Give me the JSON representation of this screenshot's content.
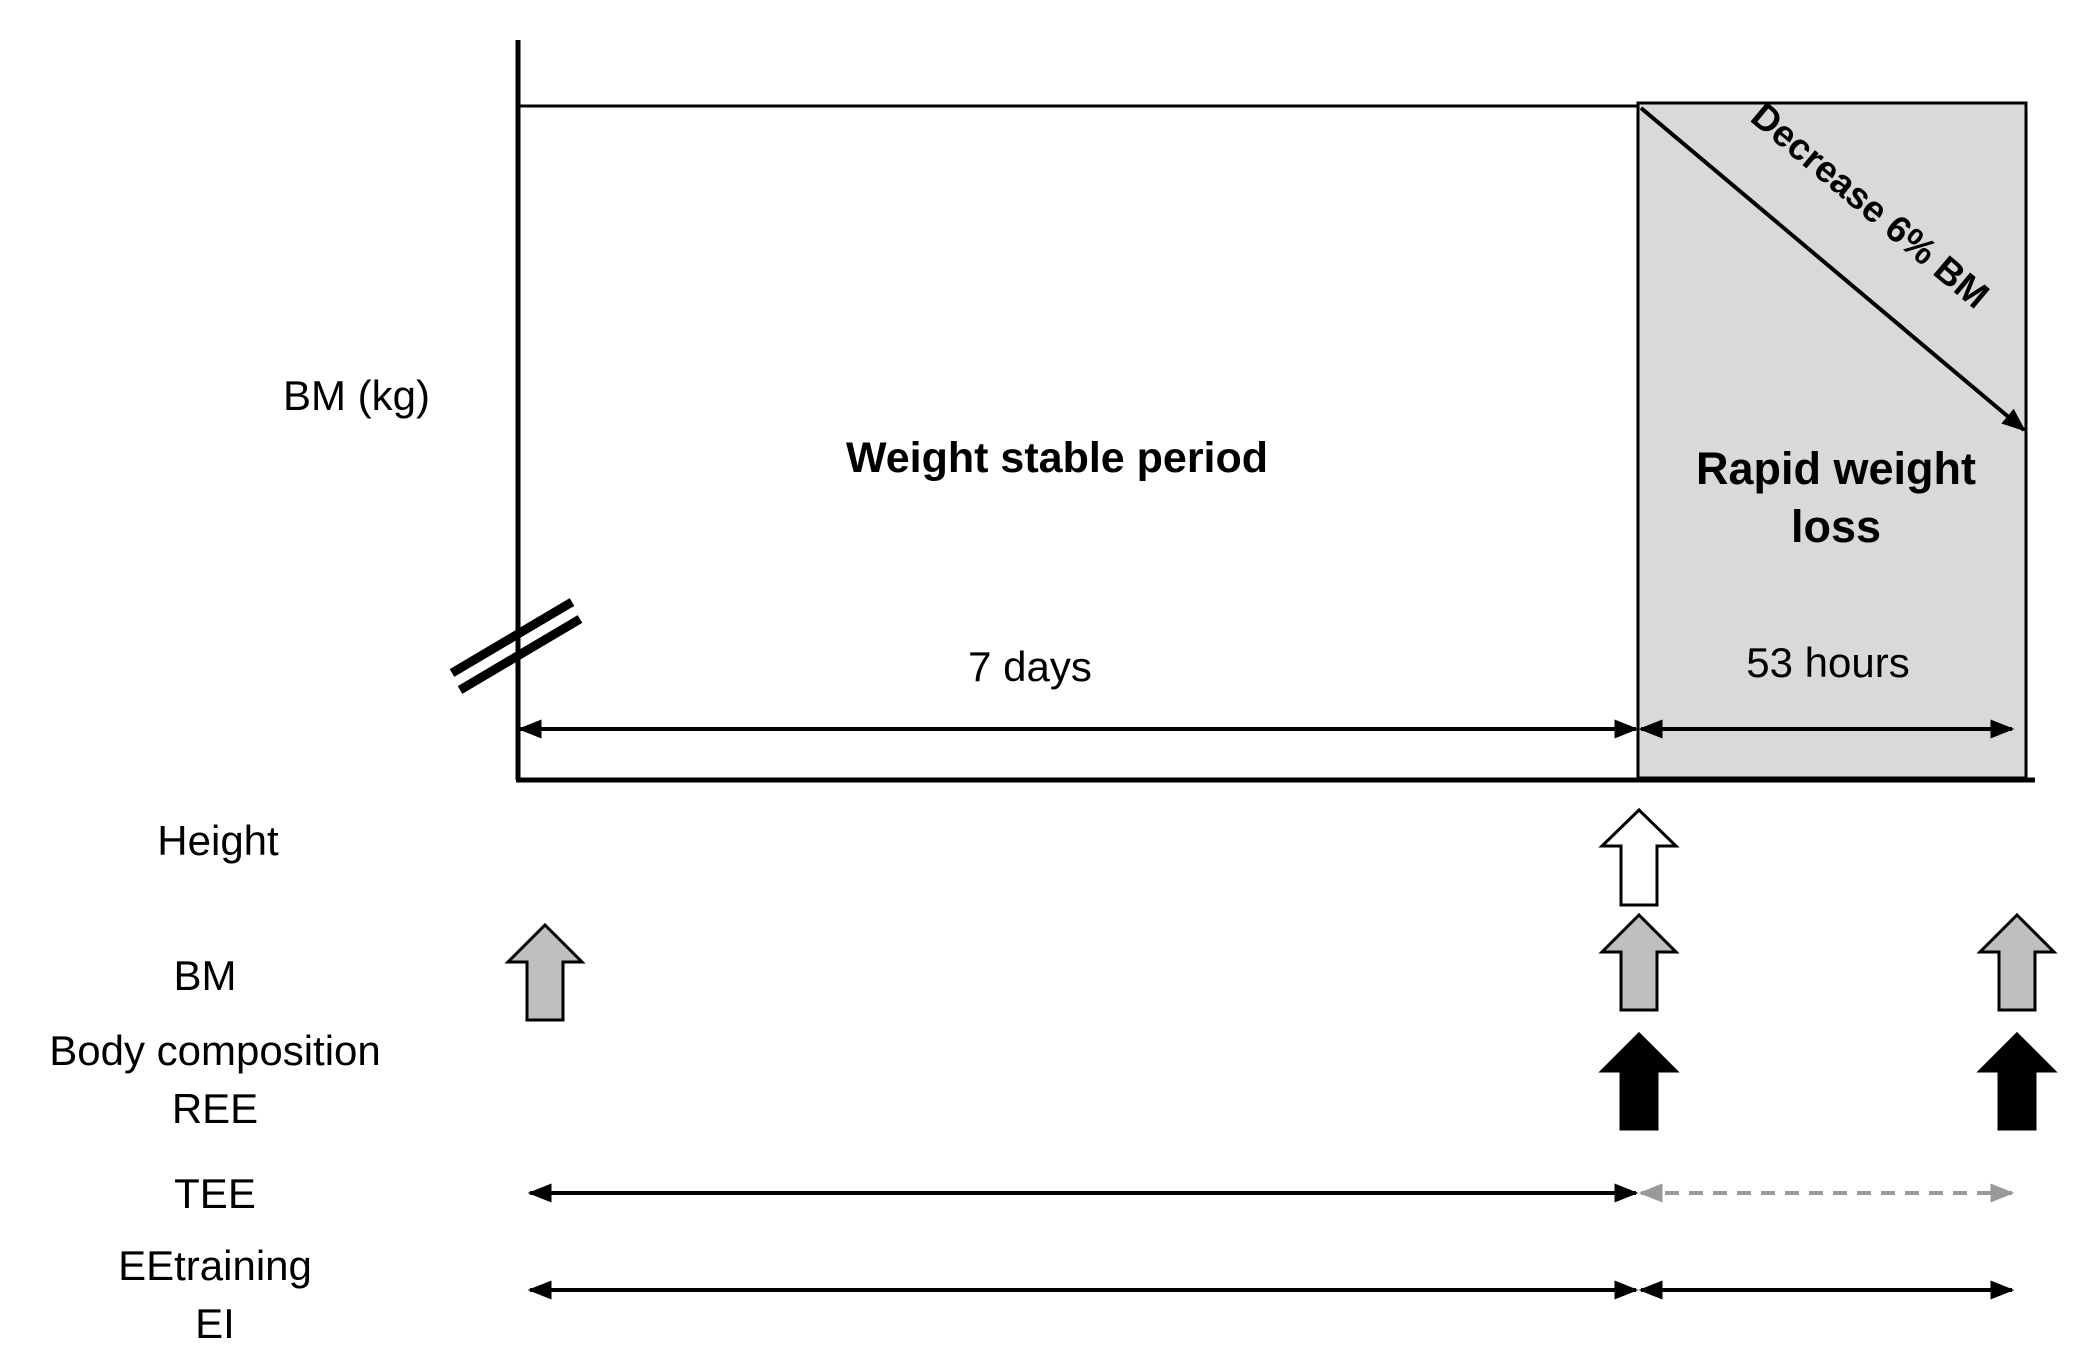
{
  "diagram": {
    "y_axis_label": "BM (kg)",
    "stable_period_label": "Weight stable period",
    "rapid_loss_label_line1": "Rapid weight",
    "rapid_loss_label_line2": "loss",
    "decrease_label": "Decrease 6% BM",
    "stable_duration_label": "7 days",
    "rapid_duration_label": "53 hours"
  },
  "measurements": {
    "height_label": "Height",
    "bm_label": "BM",
    "body_composition_label": "Body composition",
    "ree_label": "REE",
    "tee_label": "TEE",
    "eetraining_label": "EEtraining",
    "ei_label": "EI"
  },
  "colors": {
    "line": "#000000",
    "shaded_region": "#d9d9d9",
    "bm_arrow": "#bfbfbf",
    "height_arrow": "#ffffff",
    "composition_arrow": "#000000",
    "dashed_arrow": "#999999"
  }
}
